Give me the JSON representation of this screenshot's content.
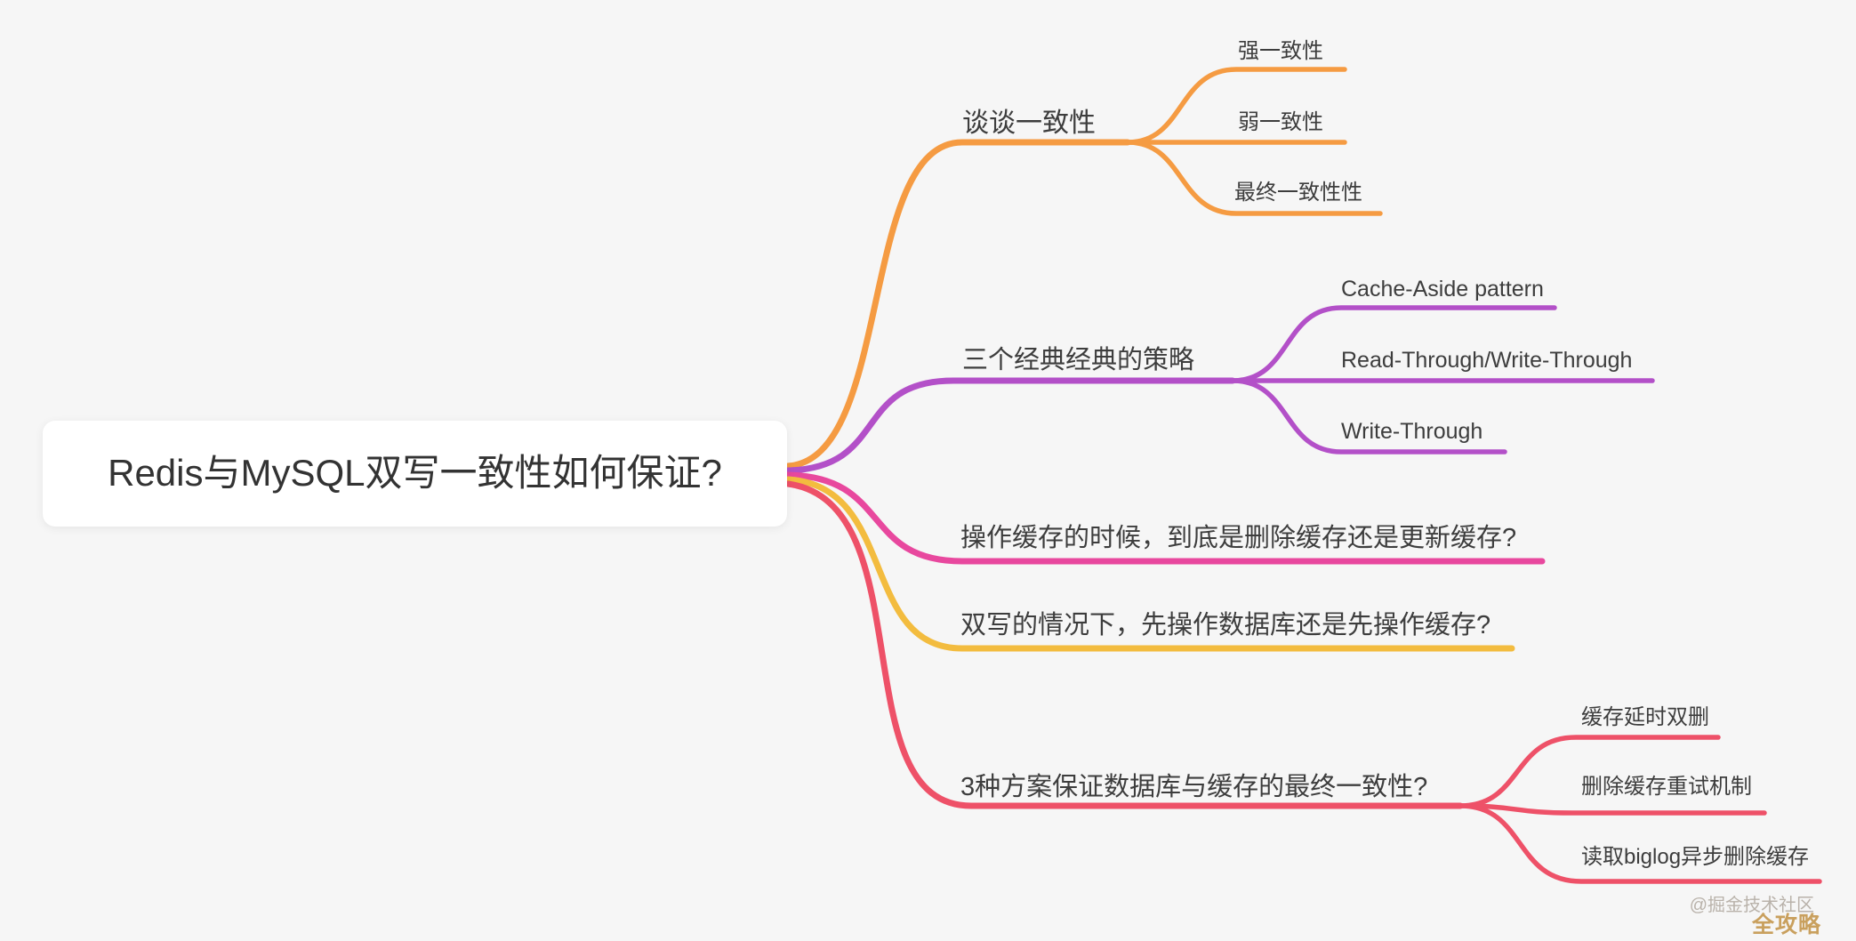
{
  "mindmap": {
    "root": {
      "label": "Redis与MySQL双写一致性如何保证?"
    },
    "branches": [
      {
        "label": "谈谈一致性",
        "color": "#f59b42",
        "children": [
          {
            "label": "强一致性"
          },
          {
            "label": "弱一致性"
          },
          {
            "label": "最终一致性性"
          }
        ]
      },
      {
        "label": "三个经典经典的策略",
        "color": "#b350c8",
        "children": [
          {
            "label": "Cache-Aside pattern"
          },
          {
            "label": "Read-Through/Write-Through"
          },
          {
            "label": "Write-Through"
          }
        ]
      },
      {
        "label": "操作缓存的时候，到底是删除缓存还是更新缓存?",
        "color": "#e8489e",
        "children": []
      },
      {
        "label": "双写的情况下，先操作数据库还是先操作缓存?",
        "color": "#f3bc3f",
        "children": []
      },
      {
        "label": "3种方案保证数据库与缓存的最终一致性?",
        "color": "#ee5168",
        "children": [
          {
            "label": "缓存延时双删"
          },
          {
            "label": "删除缓存重试机制"
          },
          {
            "label": "读取biglog异步删除缓存"
          }
        ]
      }
    ]
  },
  "watermark": {
    "community": "@掘金技术社区",
    "badge": "全攻略"
  },
  "canvas": {
    "background": "#f6f6f6",
    "root_box_color": "#ffffff"
  }
}
